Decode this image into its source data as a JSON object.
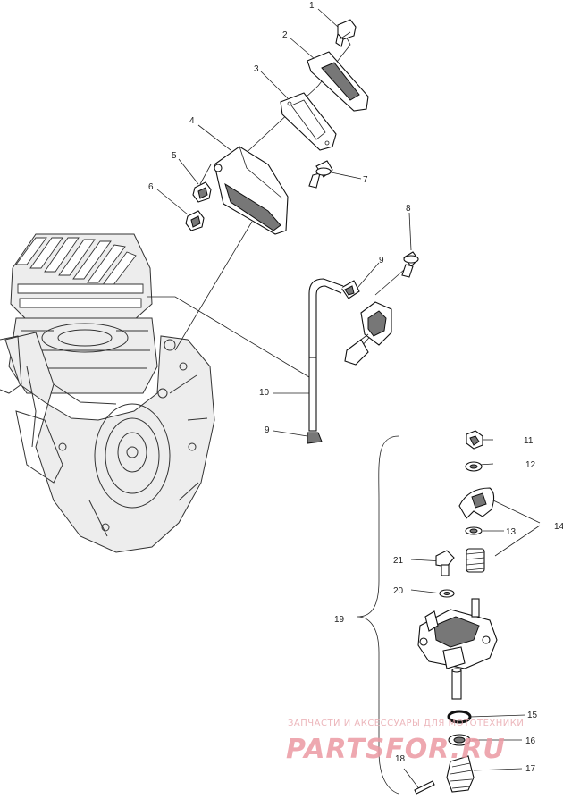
{
  "callouts": {
    "c1": "1",
    "c2": "2",
    "c3": "3",
    "c4": "4",
    "c5": "5",
    "c6": "6",
    "c7": "7",
    "c8": "8",
    "c9a": "9",
    "c9b": "9",
    "c10": "10",
    "c11": "11",
    "c12": "12",
    "c13": "13",
    "c14": "14",
    "c15": "15",
    "c16": "16",
    "c17": "17",
    "c18": "18",
    "c19": "19",
    "c20": "20",
    "c21": "21"
  },
  "watermark": {
    "line": "ЗАПЧАСТИ И АКСЕССУАРЫ ДЛЯ МОТОТЕХНИКИ",
    "brand": "PARTSFOR.RU"
  },
  "colors": {
    "line_art": "#111111",
    "watermark": "#ec9aa3"
  }
}
